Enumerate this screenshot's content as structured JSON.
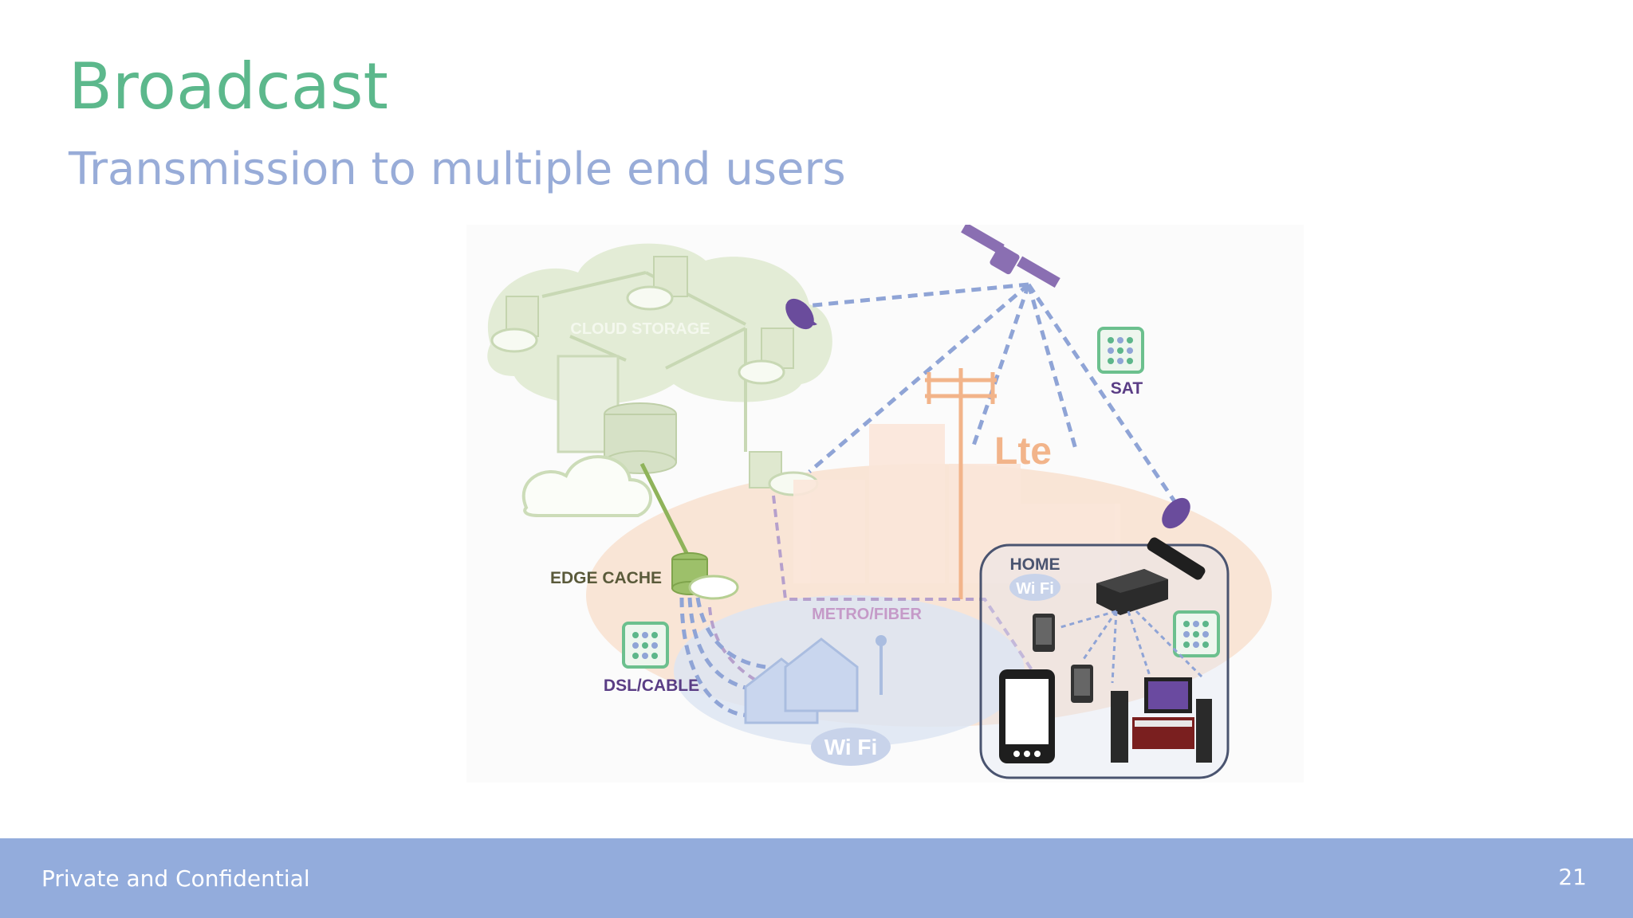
{
  "slide": {
    "title": "Broadcast",
    "subtitle": "Transmission to multiple end users",
    "page_number": "21"
  },
  "footer": {
    "text": "Private and Confidential"
  },
  "diagram": {
    "labels": {
      "cloud_storage": "CLOUD STORAGE",
      "sat": "SAT",
      "lte": "Lte",
      "edge_cache": "EDGE CACHE",
      "metro_fiber": "METRO/FIBER",
      "home": "HOME",
      "dsl_cable": "DSL/CABLE",
      "wifi_home": "Wi Fi",
      "wifi_bottom": "Wi Fi"
    }
  },
  "colors": {
    "title": "#5cb88c",
    "subtitle": "#98acd8",
    "footer_bg": "#93acdc",
    "dashed_link": "#8fa4d6",
    "dish": "#6a4c9c",
    "cloud_fill": "#e3ecd6",
    "metro_fill": "#f7dcc8",
    "lte": "#f2b48a"
  },
  "icons": [
    "satellite-icon",
    "dish-icon",
    "cloud-icon",
    "server-icon",
    "database-icon",
    "lte-tower-icon",
    "house-icon",
    "wifi-icon",
    "router-icon",
    "remote-icon",
    "phone-icon",
    "tv-icon",
    "speaker-icon",
    "chip-icon"
  ]
}
